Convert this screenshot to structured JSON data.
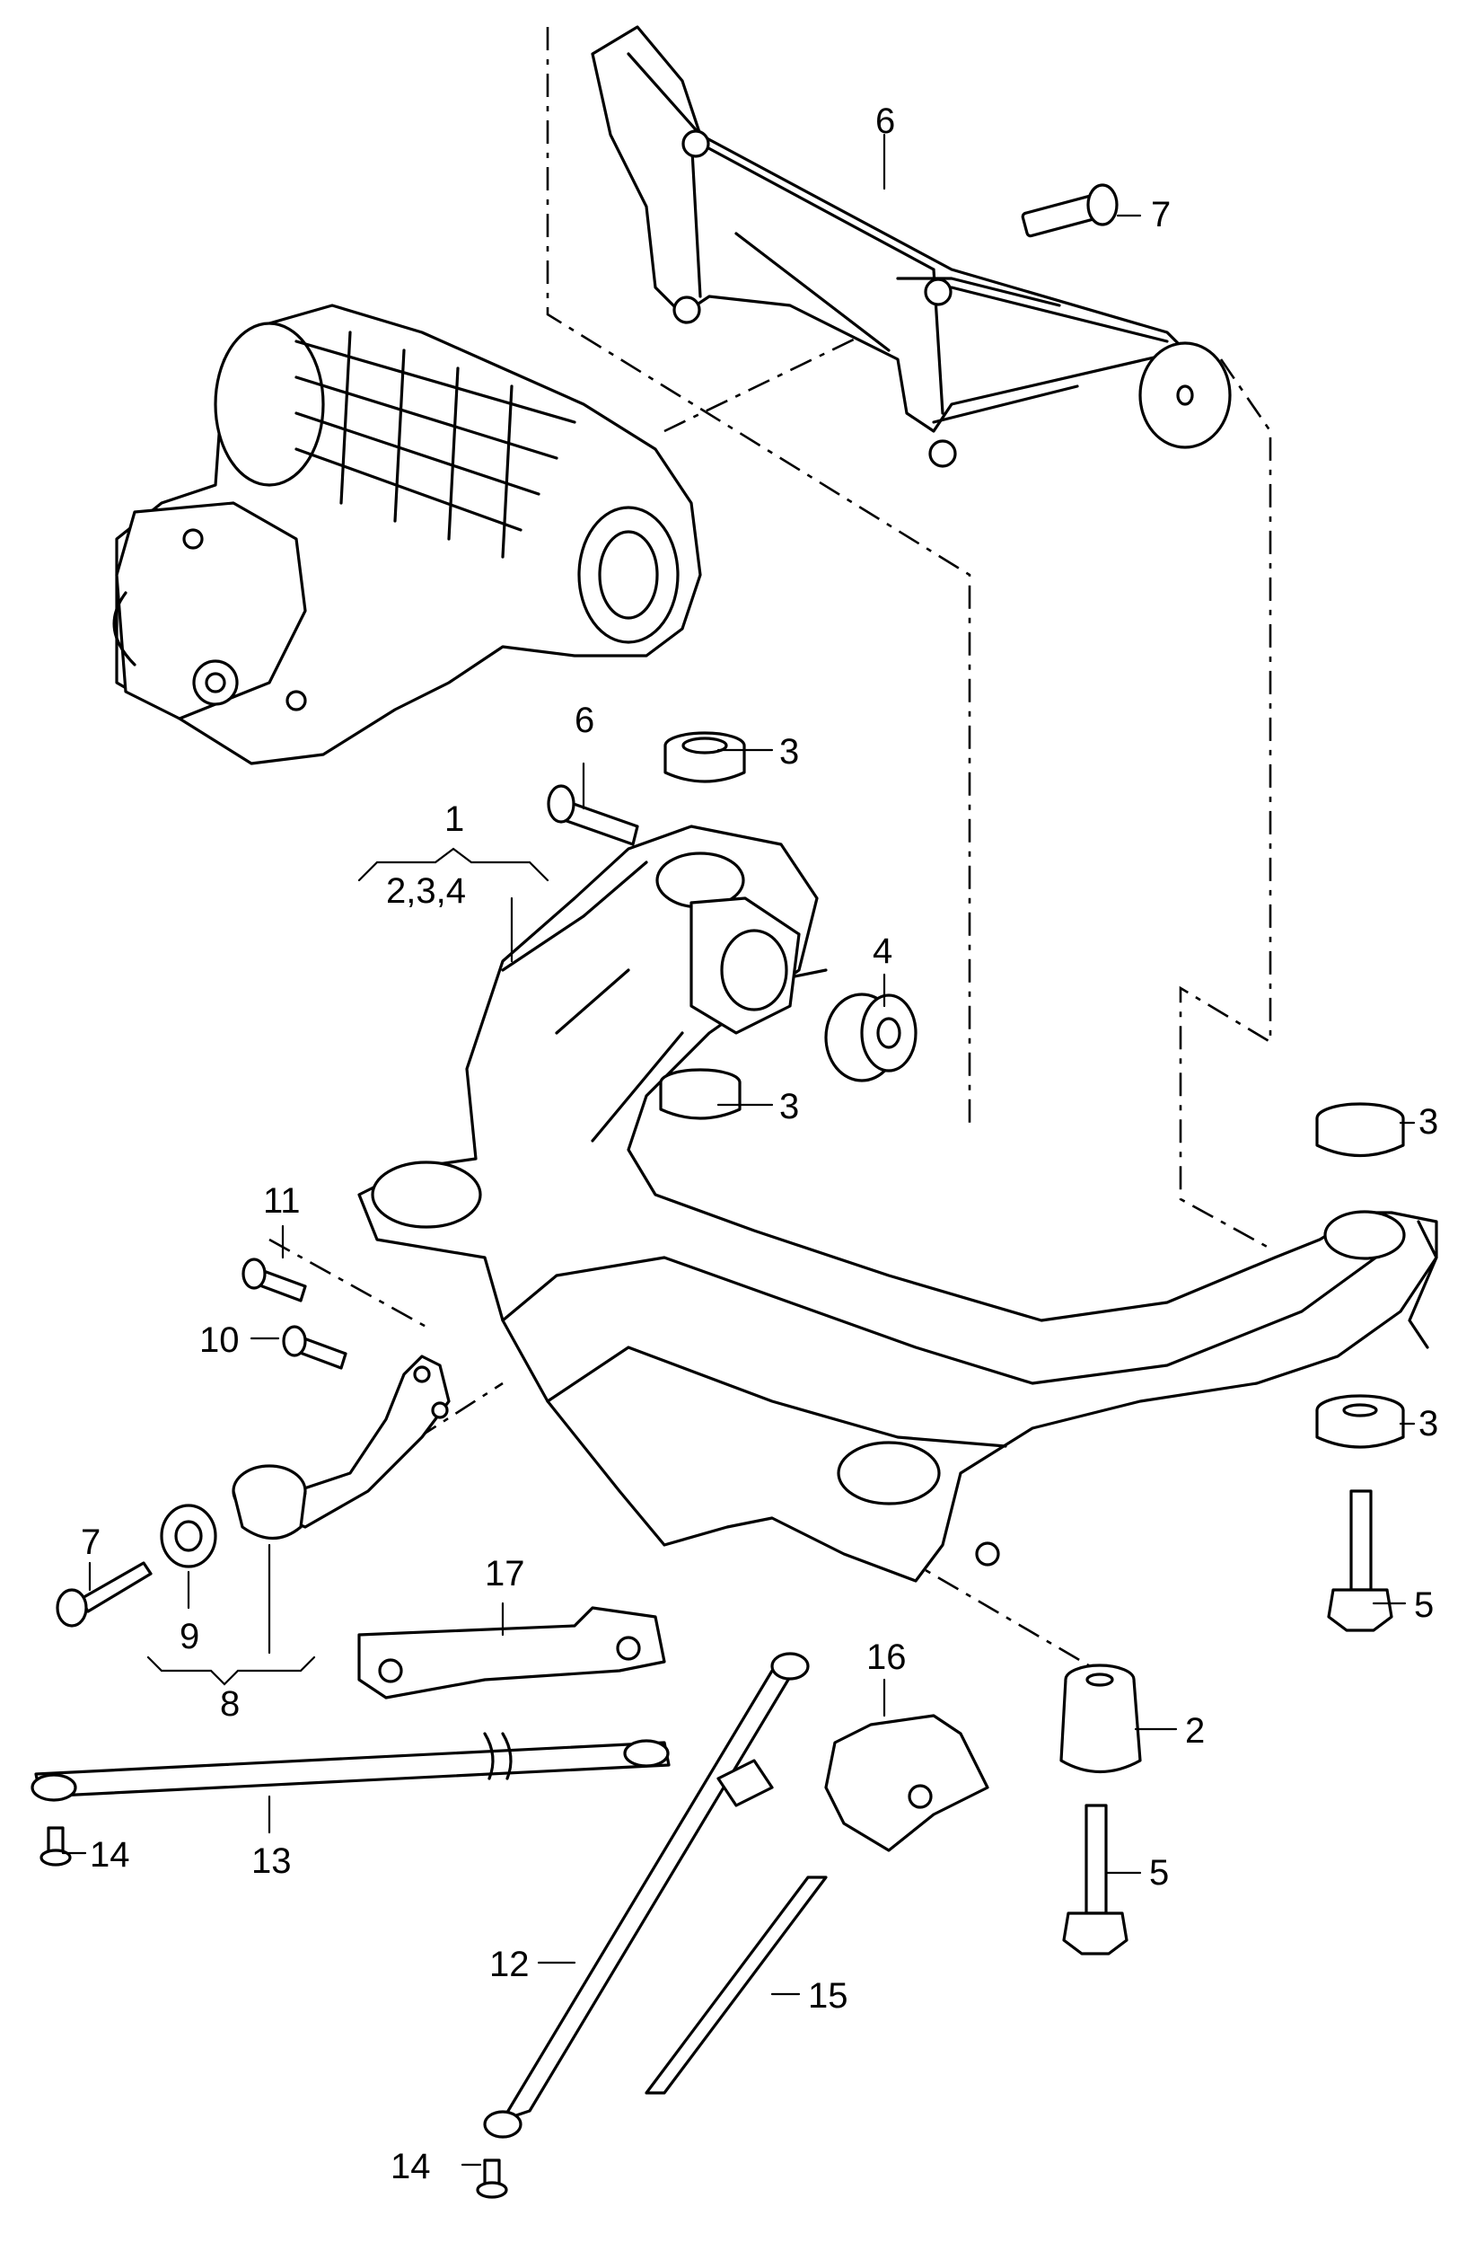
{
  "diagram": {
    "callouts": {
      "c1": "1",
      "c1_sub": "2,3,4",
      "c2": "2",
      "c3a": "3",
      "c3b": "3",
      "c3c": "3",
      "c3d": "3",
      "c4": "4",
      "c5a": "5",
      "c5b": "5",
      "c6a": "6",
      "c6b": "6",
      "c7a": "7",
      "c7b": "7",
      "c8": "8",
      "c9": "9",
      "c10": "10",
      "c11": "11",
      "c12": "12",
      "c13": "13",
      "c14a": "14",
      "c14b": "14",
      "c15": "15",
      "c16": "16",
      "c17": "17"
    }
  }
}
